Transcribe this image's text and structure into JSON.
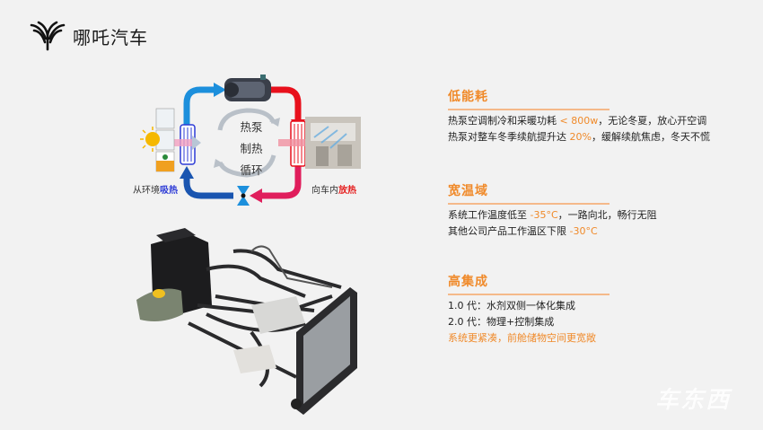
{
  "brand": {
    "logo_icon": "neta-logo-icon",
    "name": "哪吒汽车"
  },
  "diagram": {
    "center_lines": [
      "热泵",
      "制热",
      "循环"
    ],
    "left_caption_prefix": "从环境",
    "left_caption_emphasis": "吸热",
    "right_caption_prefix": "向车内",
    "right_caption_emphasis": "放热",
    "colors": {
      "hot": "#e8101c",
      "cold": "#1c6fd6",
      "accent_blue": "#2d3bd6",
      "accent_red": "#e52222"
    },
    "icons": [
      "compressor-icon",
      "evaporator-icon",
      "condenser-icon",
      "expansion-valve-icon",
      "weather-icon",
      "car-interior-image",
      "cycle-arrows-icon"
    ]
  },
  "assembly_image": "thermal-management-assembly-image",
  "sections": [
    {
      "title": "低能耗",
      "lines": [
        {
          "parts": [
            {
              "text": "热泵空调制冷和采暖功耗 ",
              "hl": false
            },
            {
              "text": "< 800w",
              "hl": true
            },
            {
              "text": "，无论冬夏，放心开空调",
              "hl": false
            }
          ]
        },
        {
          "parts": [
            {
              "text": "热泵对整车冬季续航提升达 ",
              "hl": false
            },
            {
              "text": "20%",
              "hl": true
            },
            {
              "text": "，缓解续航焦虑，冬天不慌",
              "hl": false
            }
          ]
        }
      ]
    },
    {
      "title": "宽温域",
      "lines": [
        {
          "parts": [
            {
              "text": "系统工作温度低至 ",
              "hl": false
            },
            {
              "text": "-35°C",
              "hl": true
            },
            {
              "text": "，一路向北，畅行无阻",
              "hl": false
            }
          ]
        },
        {
          "parts": [
            {
              "text": "其他公司产品工作温区下限 ",
              "hl": false
            },
            {
              "text": "-30°C",
              "hl": true
            }
          ]
        }
      ]
    },
    {
      "title": "高集成",
      "lines": [
        {
          "parts": [
            {
              "text": "1.0 代：水剂双侧一体化集成",
              "hl": false
            }
          ]
        },
        {
          "parts": [
            {
              "text": "2.0 代：物理+控制集成",
              "hl": false
            }
          ]
        },
        {
          "parts": [
            {
              "text": "系统更紧凑，前舱储物空间更宽敞",
              "hl": true
            }
          ]
        }
      ]
    }
  ],
  "accent_color": "#f08a2a",
  "watermark": "车东西"
}
